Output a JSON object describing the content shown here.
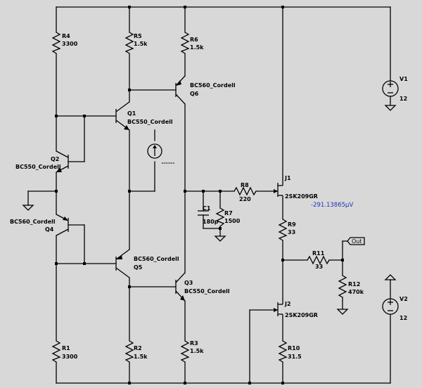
{
  "components": {
    "R4": {
      "name": "R4",
      "value": "3300"
    },
    "R5": {
      "name": "R5",
      "value": "1.5k"
    },
    "R6": {
      "name": "R6",
      "value": "1.5k"
    },
    "R1": {
      "name": "R1",
      "value": "3300"
    },
    "R2": {
      "name": "R2",
      "value": "1.5k"
    },
    "R3": {
      "name": "R3",
      "value": "1.5k"
    },
    "R7": {
      "name": "R7",
      "value": "1500"
    },
    "R8": {
      "name": "R8",
      "value": "220"
    },
    "R9": {
      "name": "R9",
      "value": "33"
    },
    "R10": {
      "name": "R10",
      "value": "31.5"
    },
    "R11": {
      "name": "R11",
      "value": "33"
    },
    "R12": {
      "name": "R12",
      "value": "470k"
    },
    "C1": {
      "name": "C1",
      "value": "180p"
    },
    "Q1": {
      "name": "Q1",
      "value": "BC550_Cordell"
    },
    "Q2": {
      "name": "Q2",
      "value": "BC550_Cordell"
    },
    "Q3": {
      "name": "Q3",
      "value": "BC550_Cordell"
    },
    "Q4": {
      "name": "Q4",
      "value": "BC560_Cordell"
    },
    "Q5": {
      "name": "Q5",
      "value": "BC560_Cordell"
    },
    "Q6": {
      "name": "Q6",
      "value": "BC560_Cordell"
    },
    "J1": {
      "name": "J1",
      "value": "2SK209GR"
    },
    "J2": {
      "name": "J2",
      "value": "2SK209GR"
    },
    "V1": {
      "name": "V1",
      "value": "12"
    },
    "V2": {
      "name": "V2",
      "value": "12"
    }
  },
  "out_label": "Out",
  "measurement": "-291.13865µV",
  "colors": {
    "background": "#d8d8d8",
    "wire": "#000000",
    "measurement": "#1f33b8"
  }
}
